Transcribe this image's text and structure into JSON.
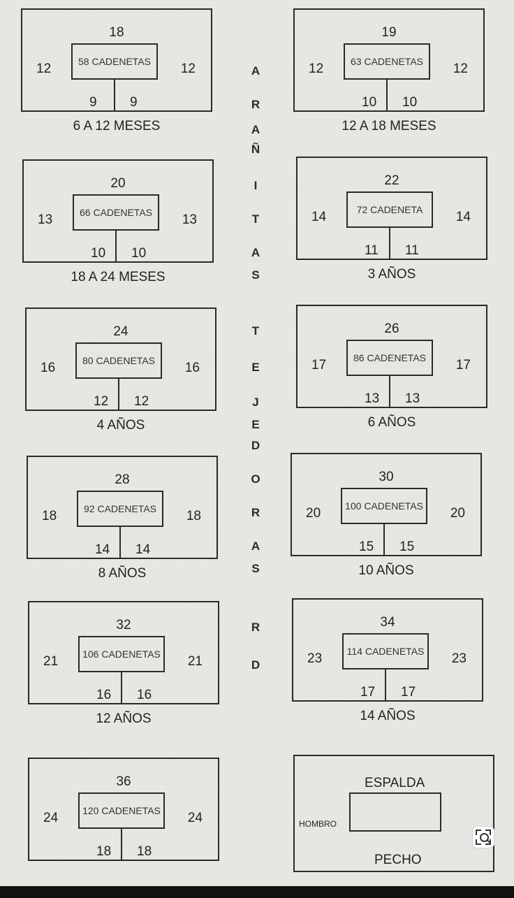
{
  "panels": [
    {
      "top": "18",
      "left": "12",
      "right": "12",
      "center": "58 CADENETAS",
      "bottom_left": "9",
      "bottom_right": "9",
      "caption": "6 A 12 MESES"
    },
    {
      "top": "19",
      "left": "12",
      "right": "12",
      "center": "63 CADENETAS",
      "bottom_left": "10",
      "bottom_right": "10",
      "caption": "12 A 18 MESES"
    },
    {
      "top": "20",
      "left": "13",
      "right": "13",
      "center": "66 CADENETAS",
      "bottom_left": "10",
      "bottom_right": "10",
      "caption": "18 A 24 MESES"
    },
    {
      "top": "22",
      "left": "14",
      "right": "14",
      "center": "72 CADENETA",
      "bottom_left": "11",
      "bottom_right": "11",
      "caption": "3 AÑOS"
    },
    {
      "top": "24",
      "left": "16",
      "right": "16",
      "center": "80 CADENETAS",
      "bottom_left": "12",
      "bottom_right": "12",
      "caption": "4 AÑOS"
    },
    {
      "top": "26",
      "left": "17",
      "right": "17",
      "center": "86 CADENETAS",
      "bottom_left": "13",
      "bottom_right": "13",
      "caption": "6 AÑOS"
    },
    {
      "top": "28",
      "left": "18",
      "right": "18",
      "center": "92 CADENETAS",
      "bottom_left": "14",
      "bottom_right": "14",
      "caption": "8 AÑOS"
    },
    {
      "top": "30",
      "left": "20",
      "right": "20",
      "center": "100 CADENETAS",
      "bottom_left": "15",
      "bottom_right": "15",
      "caption": "10 AÑOS"
    },
    {
      "top": "32",
      "left": "21",
      "right": "21",
      "center": "106 CADENETAS",
      "bottom_left": "16",
      "bottom_right": "16",
      "caption": "12 AÑOS"
    },
    {
      "top": "34",
      "left": "23",
      "right": "23",
      "center": "114 CADENETAS",
      "bottom_left": "17",
      "bottom_right": "17",
      "caption": "14 AÑOS"
    },
    {
      "top": "36",
      "left": "24",
      "right": "24",
      "center": "120 CADENETAS",
      "bottom_left": "18",
      "bottom_right": "18",
      "caption": ""
    }
  ],
  "vertical_text": [
    "A",
    "R",
    "A",
    "Ñ",
    "I",
    "T",
    "A",
    "S",
    "T",
    "E",
    "J",
    "E",
    "D",
    "O",
    "R",
    "A",
    "S",
    "R",
    "D"
  ],
  "legend": {
    "top": "ESPALDA",
    "left": "HOMBRO",
    "bottom": "PECHO"
  },
  "icons": {
    "search": "search-icon"
  }
}
